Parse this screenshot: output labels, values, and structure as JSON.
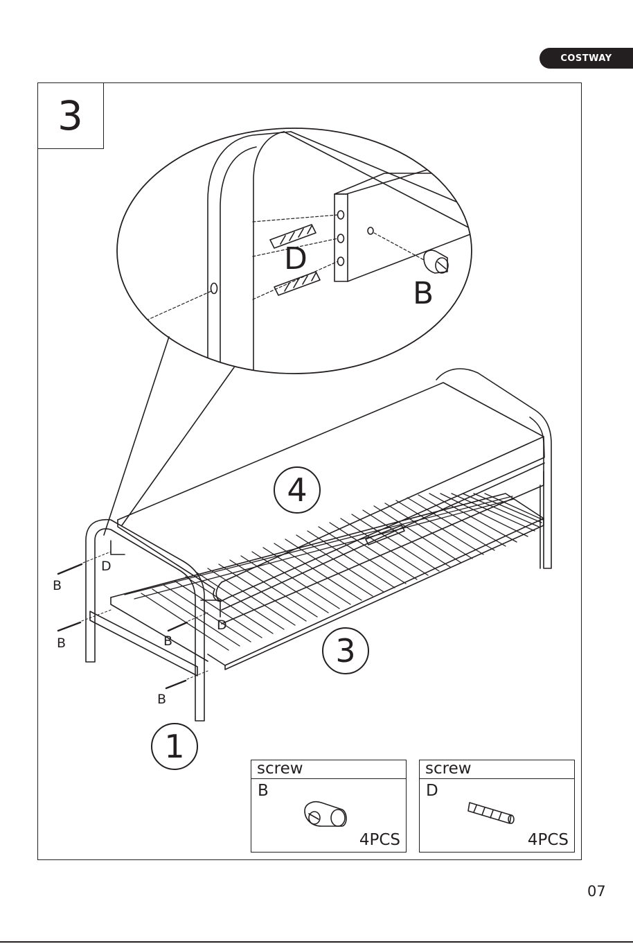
{
  "brand": {
    "logo_text": "COSTWAY"
  },
  "step": {
    "number": "3"
  },
  "detail_labels": {
    "dowel": "D",
    "cam": "B"
  },
  "callouts": {
    "b_left_top": "B",
    "d_left_top": "D",
    "b_left_mid": "B",
    "b_center": "B",
    "d_center": "D",
    "b_bottom": "B"
  },
  "part_numbers": {
    "frame": "1",
    "shelf": "3",
    "seat": "4"
  },
  "parts": [
    {
      "title": "screw",
      "code": "B",
      "qty": "4PCS",
      "icon": "cam-lock-icon"
    },
    {
      "title": "screw",
      "code": "D",
      "qty": "4PCS",
      "icon": "wood-dowel-icon"
    }
  ],
  "page": {
    "number": "07"
  },
  "colors": {
    "ink": "#231f20",
    "paper": "#ffffff"
  }
}
